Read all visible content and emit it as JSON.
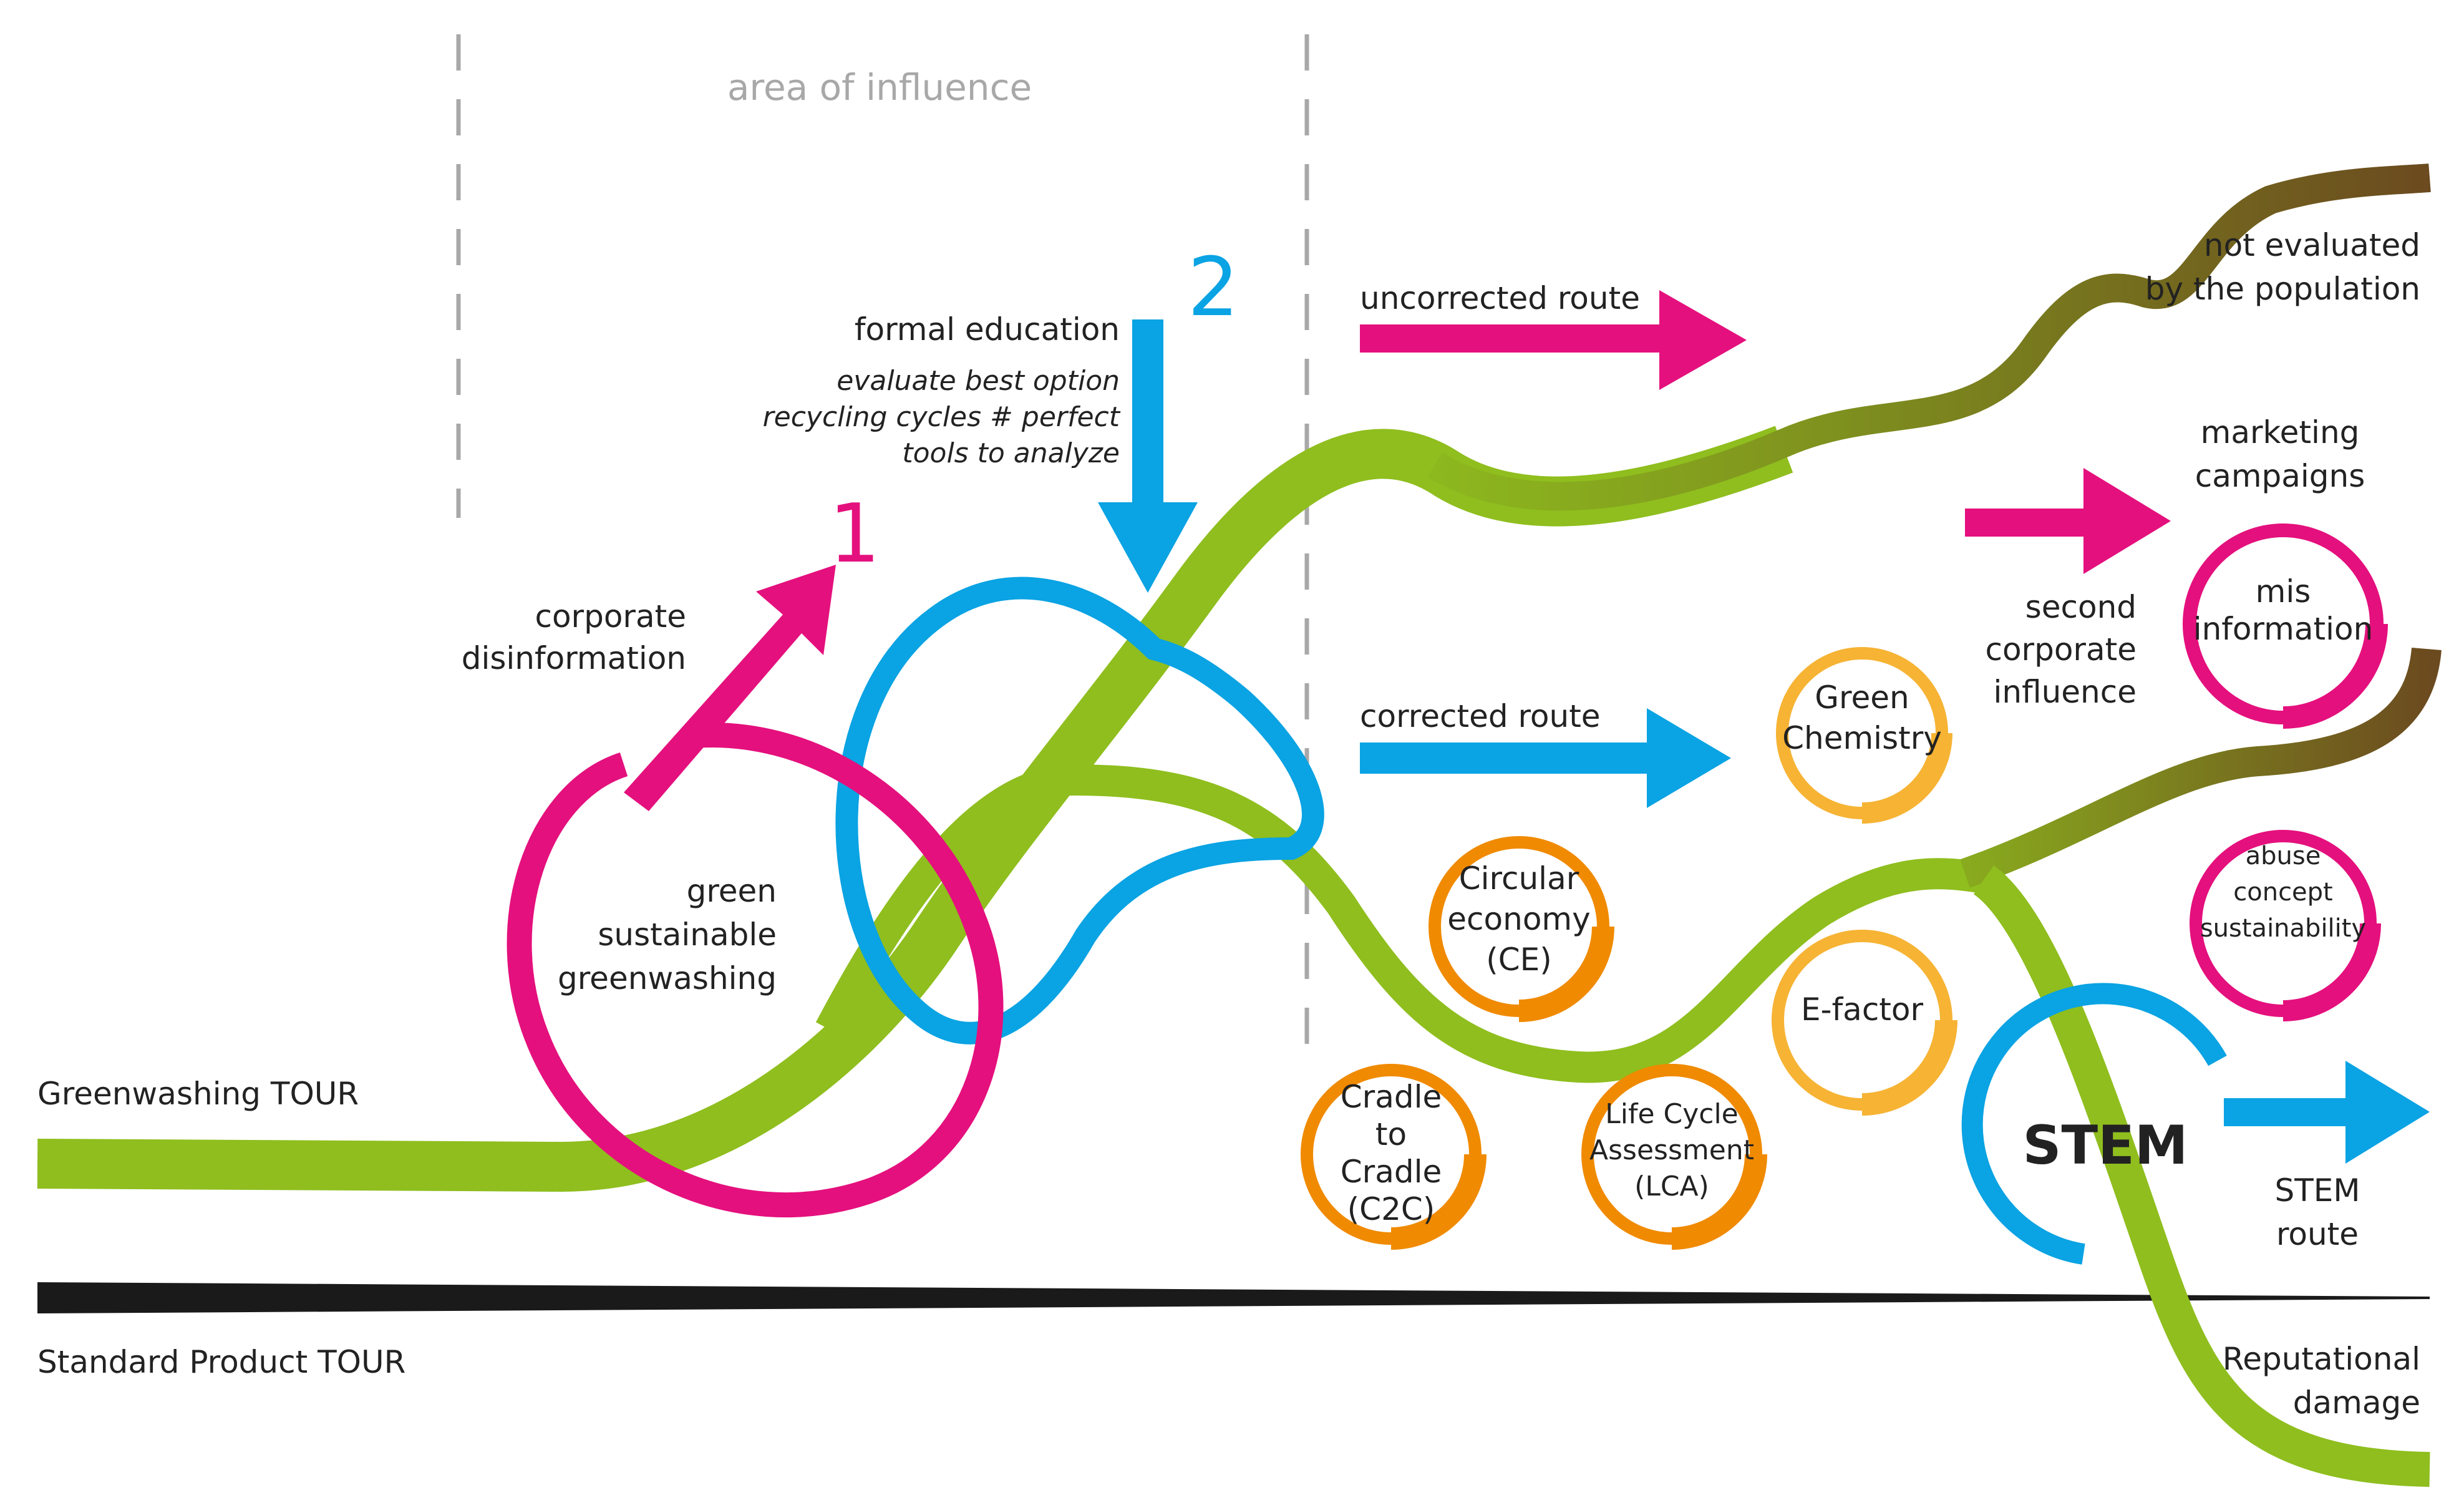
{
  "header": {
    "area_label": "area of influence"
  },
  "steps": {
    "one": {
      "number": "1",
      "label_lines": [
        "corporate",
        "disinformation"
      ]
    },
    "two": {
      "number": "2",
      "title": "formal education",
      "notes": [
        "evaluate best option",
        "recycling cycles # perfect",
        "tools to analyze"
      ]
    }
  },
  "left_circle": {
    "lines": [
      "green",
      "sustainable",
      "greenwashing"
    ]
  },
  "tours": {
    "greenwashing": "Greenwashing TOUR",
    "standard": "Standard Product TOUR"
  },
  "routes": {
    "uncorrected": "uncorrected route",
    "corrected": "corrected route",
    "stem": [
      "STEM",
      "route"
    ]
  },
  "outcomes": {
    "not_evaluated": [
      "not evaluated",
      "by the population"
    ],
    "marketing": [
      "marketing",
      "campaigns"
    ],
    "second_influence": [
      "second",
      "corporate",
      "influence"
    ],
    "reputational": [
      "Reputational",
      "damage"
    ]
  },
  "tools": {
    "green_chemistry": [
      "Green",
      "Chemistry"
    ],
    "circular_economy": [
      "Circular",
      "economy",
      "(CE)"
    ],
    "e_factor": [
      "E-factor"
    ],
    "c2c": [
      "Cradle",
      "to",
      "Cradle",
      "(C2C)"
    ],
    "lca": [
      "Life Cycle",
      "Assessment",
      "(LCA)"
    ],
    "stem": "STEM"
  },
  "pink_circles": {
    "misinformation": [
      "mis",
      "information"
    ],
    "abuse": [
      "abuse",
      "concept",
      "sustainability"
    ]
  },
  "colors": {
    "magenta": "#e4107d",
    "cyan": "#0aa3e3",
    "green": "#8fbe1e",
    "olive": "#6b5a1f",
    "orange": "#f08a00",
    "yellow_orange": "#f6b334",
    "black": "#1a1a1a",
    "grey": "#a8a8a8"
  }
}
